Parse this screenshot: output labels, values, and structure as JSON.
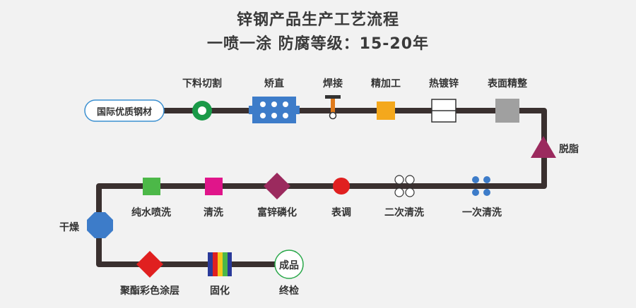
{
  "title": {
    "line1": "锌钢产品生产工艺流程",
    "line2": "一喷一涂  防腐等级：15-20年"
  },
  "colors": {
    "path": "#3a302f",
    "start_border": "#3a8fd0",
    "ring": "#1a9a48",
    "blue": "#3d7cc9",
    "weld": "#e07a1a",
    "orange": "#f4a81c",
    "gray": "#a0a0a0",
    "maroon": "#9b2a5e",
    "red": "#e02020",
    "magenta": "#e0158a",
    "green": "#4cb848",
    "finish_border": "#2aa84a"
  },
  "steps": {
    "start": "国际优质钢材",
    "cutting": "下料切割",
    "straighten": "矫直",
    "welding": "焊接",
    "finishing": "精加工",
    "galvanize": "热镀锌",
    "surface": "表面精整",
    "degrease": "脱脂",
    "rinse1": "一次清洗",
    "rinse2": "二次清洗",
    "adjust": "表调",
    "phosphate": "富锌磷化",
    "rinse": "清洗",
    "pure_water": "纯水喷洗",
    "dry": "干燥",
    "powder": "聚酯彩色涂层",
    "cure": "固化",
    "inspect": "终检",
    "product": "成品"
  }
}
